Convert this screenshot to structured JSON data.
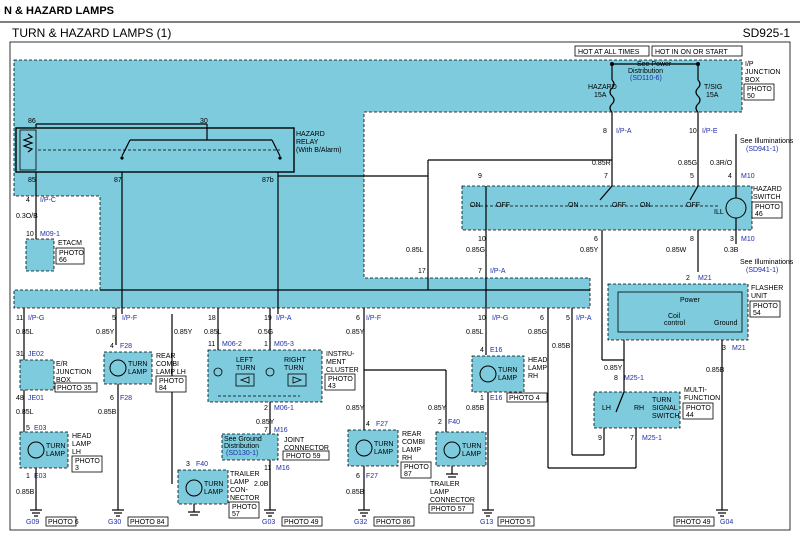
{
  "header": {
    "top": "N & HAZARD LAMPS",
    "title": "TURN & HAZARD LAMPS (1)",
    "code": "SD925-1"
  },
  "tags": {
    "hot_always": "HOT AT ALL TIMES",
    "hot_on": "HOT IN ON OR START"
  },
  "ipjb": {
    "l1": "I/P",
    "l2": "JUNCTION",
    "l3": "BOX",
    "photo": "PHOTO",
    "num": "50"
  },
  "power": {
    "see": "See Power",
    "dist": "Distribution",
    "ref": "(SD110-6)"
  },
  "fuses": {
    "hazard": "HAZARD",
    "hazard_a": "15A",
    "tsig": "T/SIG",
    "tsig_a": "15A"
  },
  "relay": {
    "l1": "HAZARD",
    "l2": "RELAY",
    "l3": "(With B/Alarm)",
    "p86": "86",
    "p30": "30",
    "p85": "85",
    "p87": "87",
    "p87b": "87b"
  },
  "illum": {
    "see": "See Illuminations",
    "ref": "(SD941-1)"
  },
  "hswitch": {
    "l1": "HAZARD",
    "l2": "SWITCH",
    "photo": "PHOTO",
    "num": "46",
    "on": "ON",
    "off": "OFF",
    "ill": "ILL",
    "m10": "M10"
  },
  "flasher": {
    "l1": "FLASHER",
    "l2": "UNIT",
    "photo": "PHOTO",
    "num": "54",
    "power": "Power",
    "coil": "Coil",
    "control": "control",
    "ground": "Ground",
    "m21": "M21"
  },
  "etacm": {
    "name": "ETACM",
    "photo": "PHOTO",
    "num": "66",
    "conn": "M09-1"
  },
  "ejb": {
    "l1": "E/R",
    "l2": "JUNCTION",
    "l3": "BOX",
    "photo": "PHOTO 35",
    "top": "JE02",
    "bot": "JE01"
  },
  "rear_lh": {
    "l1": "REAR",
    "l2": "COMBI",
    "l3": "LAMP LH",
    "photo": "PHOTO",
    "num": "84",
    "conn": "F28"
  },
  "cluster": {
    "l1": "INSTRU-",
    "l2": "MENT",
    "l3": "CLUSTER",
    "photo": "PHOTO",
    "num": "43",
    "left": "LEFT",
    "right": "RIGHT",
    "turn": "TURN",
    "c1": "M06-2",
    "c2": "M05-3",
    "c3": "M06-1"
  },
  "head_rh": {
    "l1": "HEAD",
    "l2": "LAMP",
    "l3": "RH",
    "photo": "PHOTO 4",
    "conn": "E16"
  },
  "mfs": {
    "l1": "MULTI-",
    "l2": "FUNCTION",
    "l3": "TURN",
    "l4": "SIGNAL",
    "l5": "SWITCH",
    "photo": "PHOTO",
    "num": "44",
    "lh": "LH",
    "rh": "RH",
    "conn": "M25-1"
  },
  "head_lh": {
    "l1": "HEAD",
    "l2": "LAMP",
    "l3": "LH",
    "photo": "PHOTO",
    "num": "3",
    "conn": "E03"
  },
  "joint": {
    "l1": "JOINT",
    "l2": "CONNECTOR",
    "photo": "PHOTO 59",
    "see": "See Ground",
    "dist": "Distribution",
    "ref": "(SD130-1)",
    "conn": "M16"
  },
  "rear_rh": {
    "l1": "REAR",
    "l2": "COMBI",
    "l3": "LAMP",
    "l4": "RH",
    "photo": "PHOTO",
    "num": "87",
    "conn": "F27"
  },
  "trailer_lh": {
    "l1": "TRAILER",
    "l2": "LAMP",
    "l3": "CON-",
    "l4": "NECTOR",
    "photo": "PHOTO",
    "num": "57",
    "conn": "F40"
  },
  "trailer_rh": {
    "l1": "TRAILER",
    "l2": "LAMP",
    "l3": "CONNECTOR",
    "photo": "PHOTO 57",
    "conn": "F40"
  },
  "lamp": {
    "turn": "TURN",
    "lamp": "LAMP"
  },
  "wires": {
    "w1": "0.85R",
    "w2": "0.85G",
    "w3": "0.3R/O",
    "w4": "0.3O/B",
    "w5": "0.85L",
    "w6": "0.85G",
    "w7": "0.85Y",
    "w8": "0.85W",
    "w9": "0.3B",
    "w10": "0.85L",
    "w11": "0.85Y",
    "w12": "0.85Y",
    "w13": "0.85L",
    "w14": "0.5G",
    "w15": "0.85Y",
    "w16": "0.85L",
    "w17": "0.85G",
    "w18": "0.85B",
    "w19": "0.85Y",
    "w20": "0.85B",
    "w21": "0.85L",
    "w22": "0.85B",
    "w23": "0.85B",
    "w24": "2.0B",
    "w25": "0.85B",
    "w26": "0.85Y",
    "w27": "0.85B",
    "w28": "0.85B"
  },
  "connectors": {
    "ipa": "I/P-A",
    "ipe": "I/P-E",
    "ipc": "I/P-C",
    "ipg": "I/P-G",
    "ipf": "I/P-F",
    "f28": "F28",
    "e03": "E03",
    "e16": "E16",
    "f27": "F27"
  },
  "grounds": {
    "g09": "G09",
    "g30": "G30",
    "g03": "G03",
    "g32": "G32",
    "g13": "G13",
    "g04": "G04",
    "p6": "PHOTO 6",
    "p84": "PHOTO 84",
    "p49a": "PHOTO 49",
    "p86": "PHOTO 86",
    "p5": "PHOTO 5",
    "p49b": "PHOTO 49"
  }
}
